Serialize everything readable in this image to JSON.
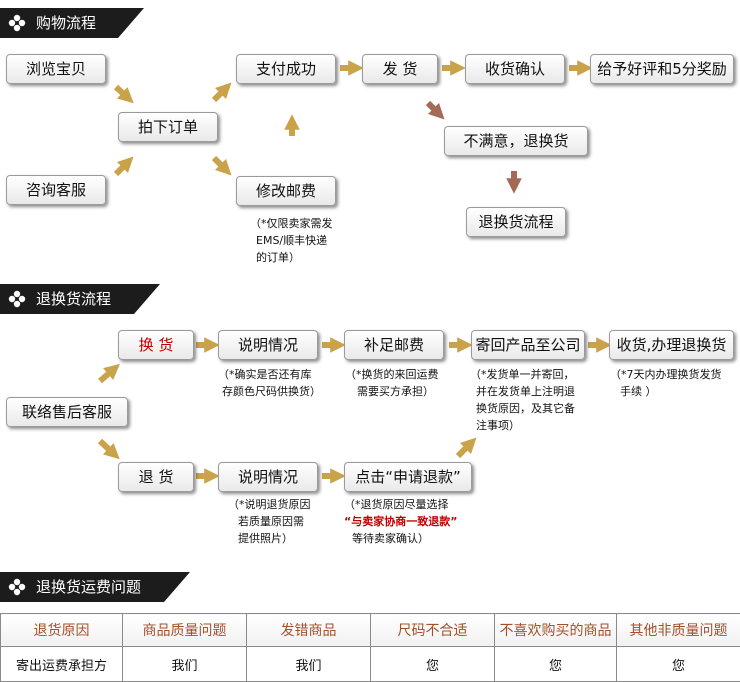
{
  "sections": {
    "shopping": "购物流程",
    "returns": "退换货流程",
    "shipping_fee": "退换货运费问题"
  },
  "shopping_flow": {
    "browse": "浏览宝贝",
    "consult": "咨询客服",
    "place_order": "拍下订单",
    "modify_postage": "修改邮费",
    "payment_success": "支付成功",
    "ship": "发 货",
    "confirm_receipt": "收货确认",
    "review": "给予好评和5分奖励",
    "unsatisfied": "不满意，退换货",
    "return_process": "退换货流程",
    "postage_note": [
      "（*仅限卖家需发",
      "EMS/顺丰快递",
      "的订单）"
    ]
  },
  "return_flow": {
    "after_sales": "联络售后客服",
    "exchange": "换 货",
    "refund": "退 货",
    "explain_exchange": "说明情况",
    "add_postage": "补足邮费",
    "send_back": "寄回产品至公司",
    "receive_process": "收货,办理退换货",
    "explain_refund": "说明情况",
    "apply_refund": "点击“申请退款”",
    "note_explain_exchange": [
      "（*确实是否还有库",
      "存颜色尺码供换货）"
    ],
    "note_add_postage": [
      "（*换货的来回运费",
      "需要买方承担）"
    ],
    "note_send_back": [
      "（*发货单一并寄回，",
      "并在发货单上注明退",
      "换货原因，及其它备",
      "注事项）"
    ],
    "note_receive": [
      "（*7天内办理换货发货",
      "手续 ）"
    ],
    "note_explain_refund": [
      "（*说明退货原因",
      "若质量原因需",
      "提供照片）"
    ],
    "note_apply_refund": {
      "line1": "（*退货原因尽量选择",
      "line2": "“与卖家协商一致退款”",
      "line3": "等待卖家确认）"
    }
  },
  "fee_table": {
    "headers": [
      "退货原因",
      "商品质量问题",
      "发错商品",
      "尺码不合适",
      "不喜欢购买的商品",
      "其他非质量问题"
    ],
    "row": [
      "寄出运费承担方",
      "我们",
      "我们",
      "您",
      "您",
      "您"
    ]
  },
  "colors": {
    "arrow": "#c9a24a",
    "arrow_down": "#a56a55",
    "header_text": "#a5502b",
    "highlight": "#c00000",
    "section_bar": "#1c1c1c"
  }
}
